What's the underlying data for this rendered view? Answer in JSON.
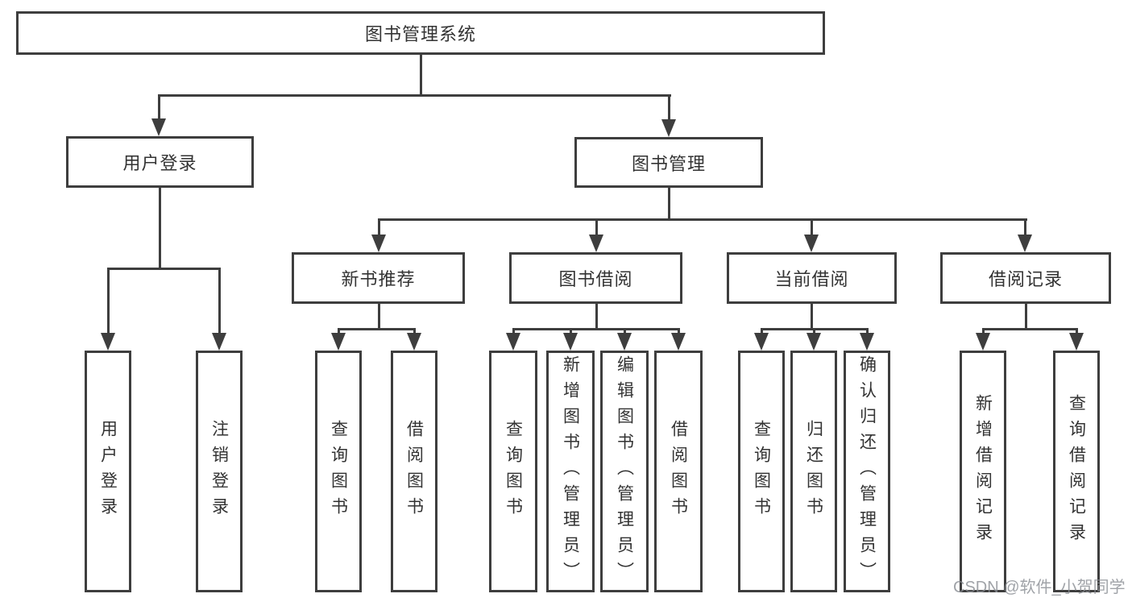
{
  "diagram_title": "图书管理系统",
  "tree": {
    "root": {
      "label": "图书管理系统"
    },
    "branches": [
      {
        "label": "用户登录",
        "children": [
          {
            "label": "用户登录"
          },
          {
            "label": "注销登录"
          }
        ]
      },
      {
        "label": "图书管理",
        "children": [
          {
            "label": "新书推荐",
            "children": [
              {
                "label": "查询图书"
              },
              {
                "label": "借阅图书"
              }
            ]
          },
          {
            "label": "图书借阅",
            "children": [
              {
                "label": "查询图书"
              },
              {
                "label": "新增图书（管理员）"
              },
              {
                "label": "编辑图书（管理员）"
              },
              {
                "label": "借阅图书"
              }
            ]
          },
          {
            "label": "当前借阅",
            "children": [
              {
                "label": "查询图书"
              },
              {
                "label": "归还图书"
              },
              {
                "label": "确认归还（管理员）"
              }
            ]
          },
          {
            "label": "借阅记录",
            "children": [
              {
                "label": "新增借阅记录"
              },
              {
                "label": "查询借阅记录"
              }
            ]
          }
        ]
      }
    ]
  },
  "watermark": {
    "text": "CSDN @软件_小贺同学"
  }
}
